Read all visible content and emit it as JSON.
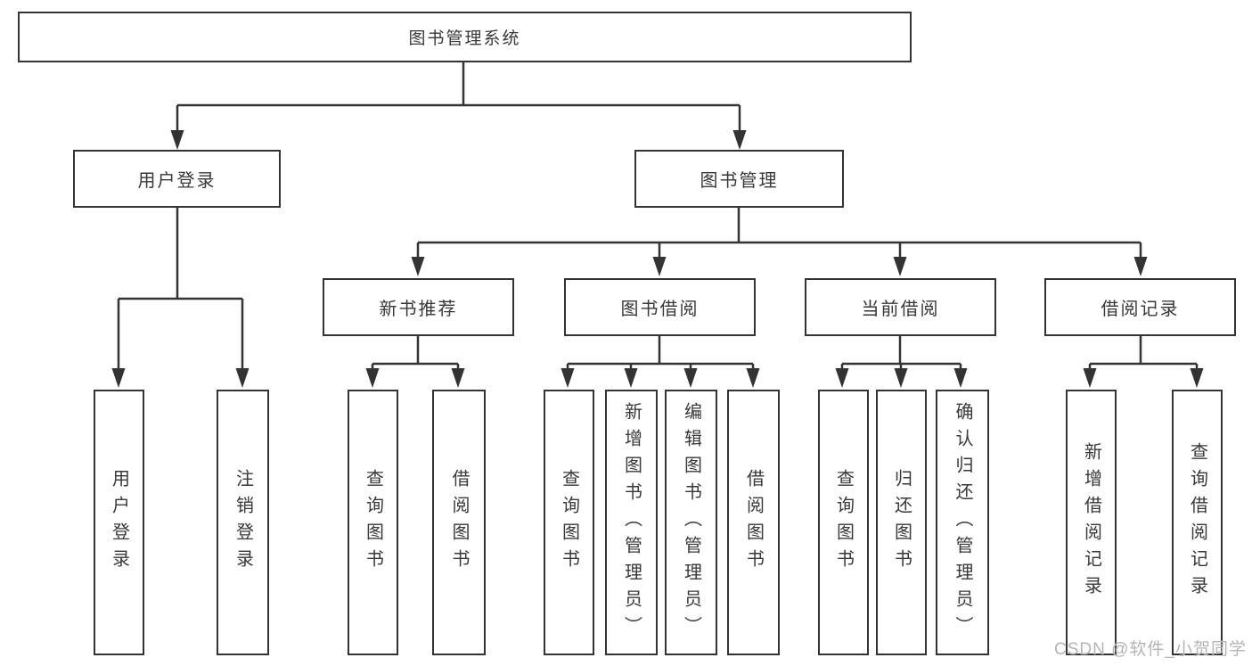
{
  "diagram": {
    "type": "tree",
    "title": "图书管理系统",
    "watermark": "CSDN @软件_小贺同学",
    "colors": {
      "line": "#333333",
      "box_border": "#333333",
      "text": "#383838",
      "watermark": "#b4b4b4",
      "background": "#ffffff"
    },
    "nodes": {
      "root": {
        "label": "图书管理系统"
      },
      "level1": [
        {
          "id": "user-login",
          "label": "用户登录",
          "parent": "root"
        },
        {
          "id": "book-management",
          "label": "图书管理",
          "parent": "root"
        }
      ],
      "level2": [
        {
          "id": "new-book-recommend",
          "label": "新书推荐",
          "parent": "book-management"
        },
        {
          "id": "book-borrowing",
          "label": "图书借阅",
          "parent": "book-management"
        },
        {
          "id": "current-borrowing",
          "label": "当前借阅",
          "parent": "book-management"
        },
        {
          "id": "borrowing-records",
          "label": "借阅记录",
          "parent": "book-management"
        }
      ],
      "leaves": [
        {
          "id": "leaf-user-login",
          "label": "用户登录",
          "parent": "user-login"
        },
        {
          "id": "leaf-logout",
          "label": "注销登录",
          "parent": "user-login"
        },
        {
          "id": "leaf-query-books-recommend",
          "label": "查询图书",
          "parent": "new-book-recommend"
        },
        {
          "id": "leaf-borrow-books-recommend",
          "label": "借阅图书",
          "parent": "new-book-recommend"
        },
        {
          "id": "leaf-query-books-borrowing",
          "label": "查询图书",
          "parent": "book-borrowing"
        },
        {
          "id": "leaf-add-books-admin",
          "label": "新增图书（管理员）",
          "parent": "book-borrowing"
        },
        {
          "id": "leaf-edit-books-admin",
          "label": "编辑图书（管理员）",
          "parent": "book-borrowing"
        },
        {
          "id": "leaf-borrow-books",
          "label": "借阅图书",
          "parent": "book-borrowing"
        },
        {
          "id": "leaf-query-books-current",
          "label": "查询图书",
          "parent": "current-borrowing"
        },
        {
          "id": "leaf-return-books",
          "label": "归还图书",
          "parent": "current-borrowing"
        },
        {
          "id": "leaf-confirm-return-admin",
          "label": "确认归还（管理员）",
          "parent": "current-borrowing"
        },
        {
          "id": "leaf-add-borrow-record",
          "label": "新增借阅记录",
          "parent": "borrowing-records"
        },
        {
          "id": "leaf-query-borrow-record",
          "label": "查询借阅记录",
          "parent": "borrowing-records"
        }
      ]
    }
  }
}
